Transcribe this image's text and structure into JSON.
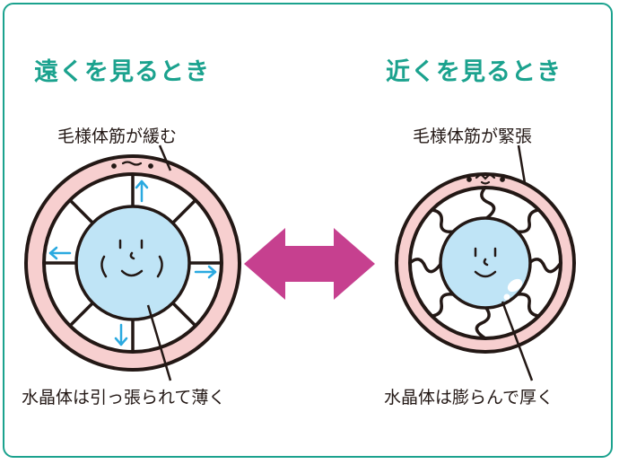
{
  "left_panel": {
    "title": "遠くを見るとき",
    "muscle_label": "毛様体筋が緩む",
    "lens_label": "水晶体は引っ張られて薄く"
  },
  "right_panel": {
    "title": "近くを見るとき",
    "muscle_label": "毛様体筋が緊張",
    "lens_label": "水晶体は膨らんで厚く"
  },
  "colors": {
    "frame": "#1ba28e",
    "title": "#1ba28e",
    "muscle_ring": "#f7cfcf",
    "lens": "#bfe4f6",
    "stretch_arrow": "#2aa9e0",
    "double_arrow": "#c6408f",
    "outline": "#231815"
  }
}
